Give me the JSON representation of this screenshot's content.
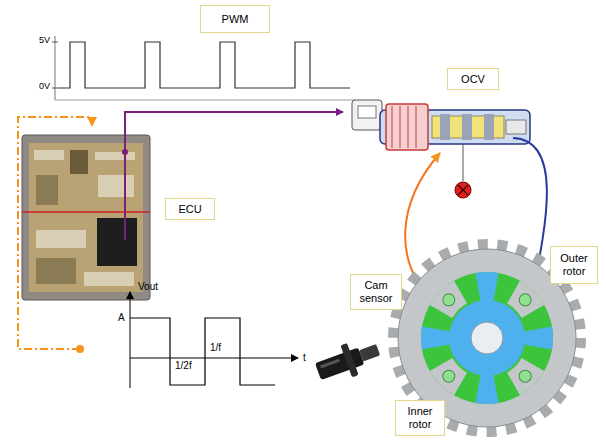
{
  "diagram": {
    "nodes": [
      {
        "text": [
          "PWM"
        ]
      },
      {
        "text": [
          "OCV"
        ]
      },
      {
        "text": [
          "ECU"
        ]
      },
      {
        "text": [
          "Cam sensor"
        ]
      },
      {
        "text": [
          "Outer rotor"
        ]
      },
      {
        "text": [
          "Inner rotor"
        ]
      }
    ],
    "labels": [
      "5V",
      "0V",
      "Vout",
      "A",
      "1/2f",
      "1/f",
      "t"
    ]
  }
}
